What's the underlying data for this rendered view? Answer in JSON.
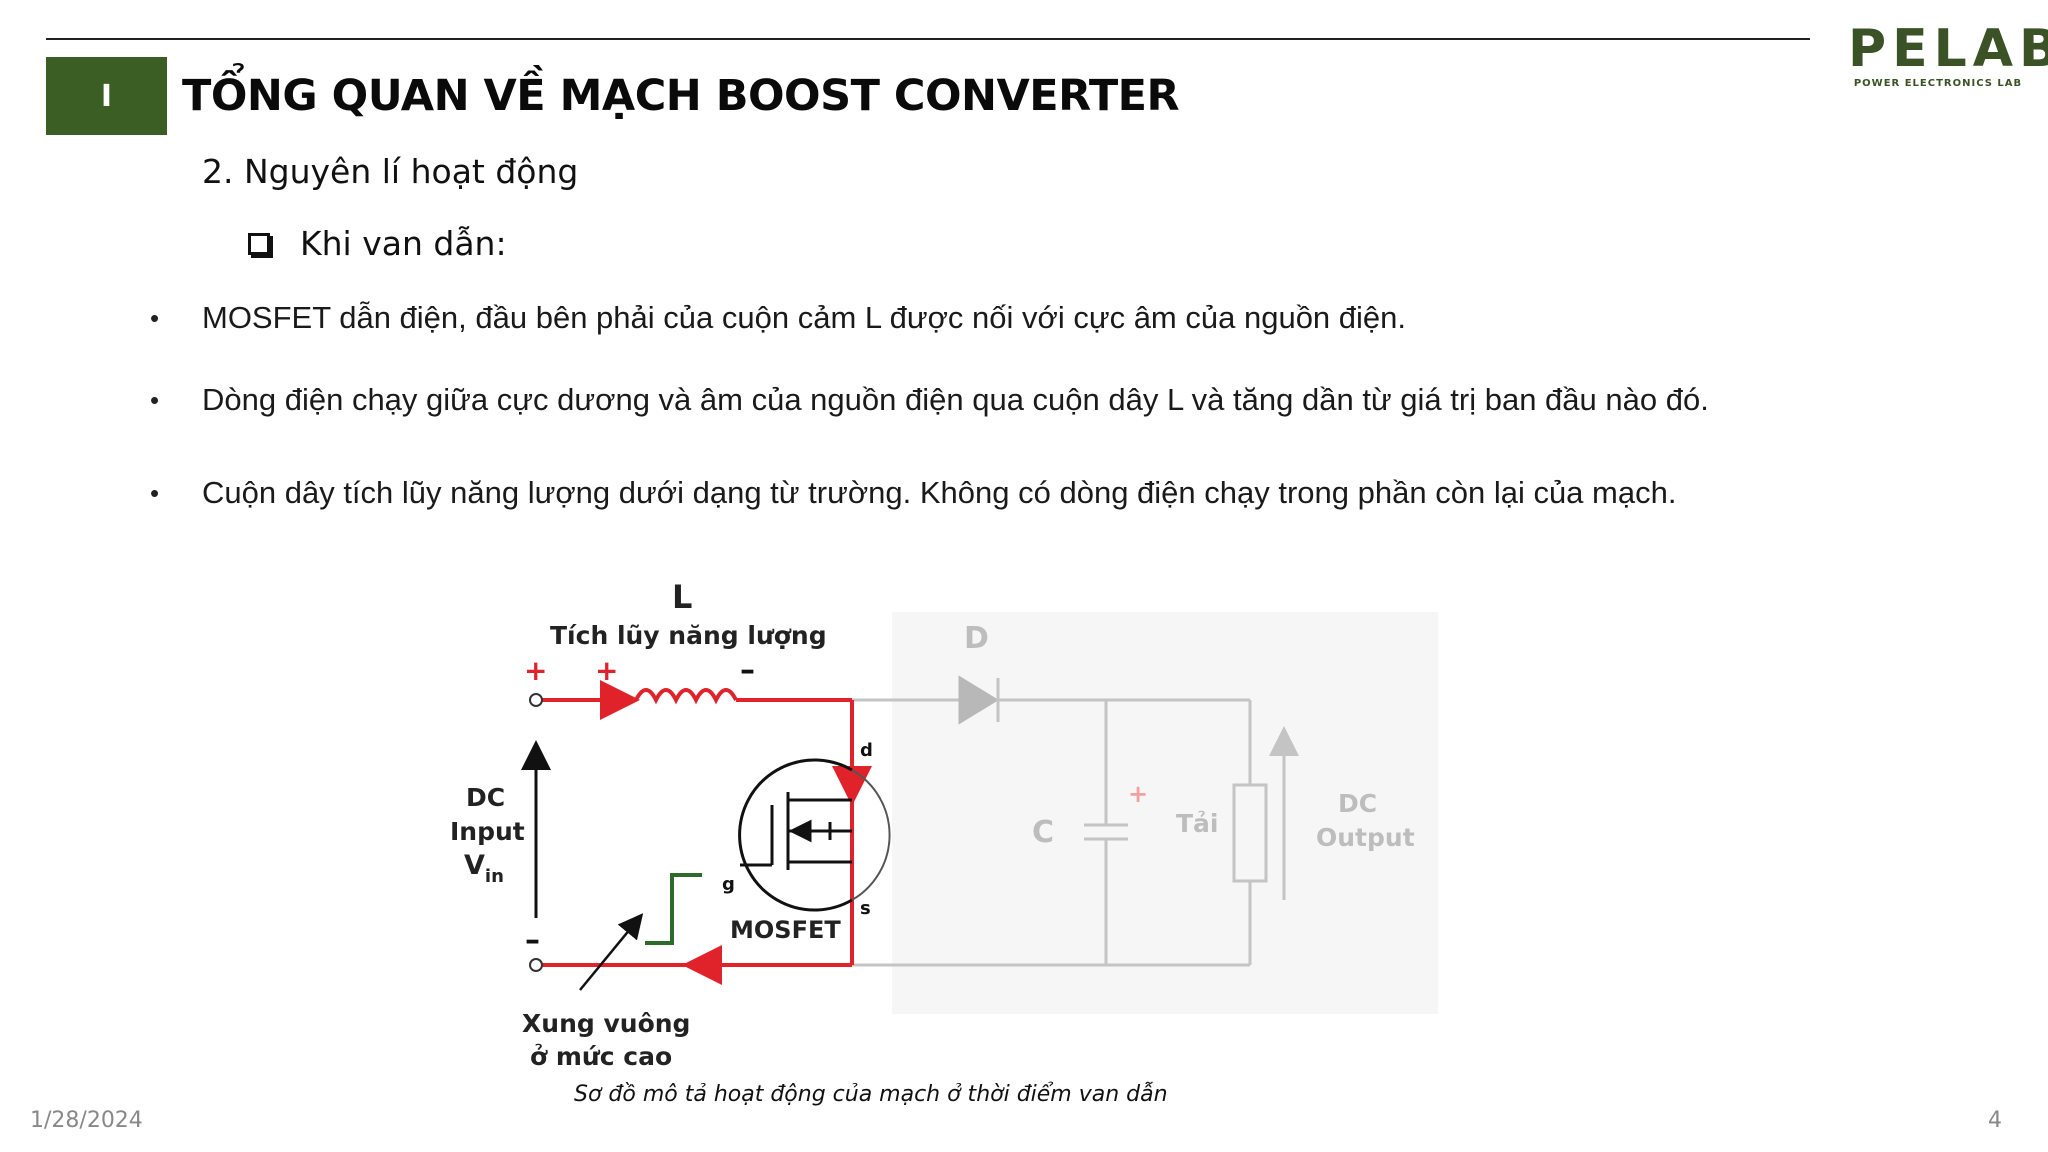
{
  "header": {
    "logo_text": "PELAB",
    "logo_subtext": "POWER ELECTRONICS LAB",
    "section_number": "I",
    "title": "TỔNG QUAN VỀ MẠCH BOOST CONVERTER"
  },
  "content": {
    "subtitle": "2. Nguyên lí hoạt động",
    "checkbox_label": "Khi van dẫn:",
    "bullets": [
      "MOSFET dẫn điện, đầu bên phải của cuộn cảm L được nối với cực âm của nguồn điện.",
      "Dòng điện chạy giữa cực dương và âm của nguồn điện qua cuộn dây L và tăng dần từ giá trị ban đầu nào đó.",
      "Cuộn dây tích lũy năng lượng dưới dạng từ trường. Không có dòng điện chạy trong phần còn lại của mạch."
    ]
  },
  "diagram": {
    "inductor_label": "L",
    "inductor_desc": "Tích lũy năng lượng",
    "plus_sign": "+",
    "minus_sign": "–",
    "dc_input_line1": "DC",
    "dc_input_line2": "Input",
    "vin": "V",
    "vin_sub": "in",
    "diode_label": "D",
    "drain_label": "d",
    "gate_label": "g",
    "source_label": "s",
    "mosfet_label": "MOSFET",
    "capacitor_label": "C",
    "load_label": "Tải",
    "dc_output_line1": "DC",
    "dc_output_line2": "Output",
    "pulse_line1": "Xung vuông",
    "pulse_line2": "ở mức cao",
    "colors": {
      "active_path": "#e0232b",
      "inactive": "#c4c4c4",
      "pulse": "#2e6b2a",
      "background_inactive": "#f6f6f6"
    }
  },
  "caption": "Sơ đồ mô tả hoạt động của mạch ở thời điểm van dẫn",
  "footer": {
    "date": "1/28/2024",
    "page_number": "4"
  }
}
